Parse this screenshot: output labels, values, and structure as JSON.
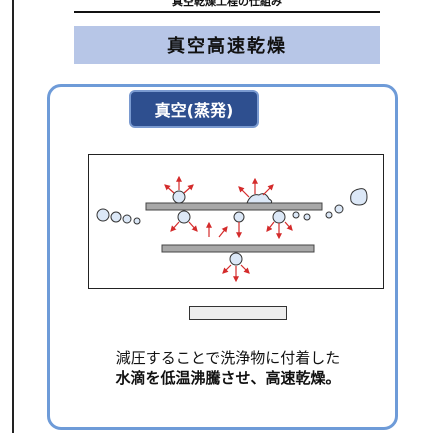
{
  "top_caption": "真空乾燥工程の仕組み",
  "title": "真空高速乾燥",
  "section_label": "真空(蒸発)",
  "description": {
    "line1": "減圧することで洗浄物に付着した",
    "line2": "水滴を低温沸騰させ、高速乾燥。"
  },
  "colors": {
    "banner": "#b7c6e7",
    "panel_border": "#6e9bd8",
    "pill": "#2e4f8f",
    "plate": "#a8a8a8",
    "arrow": "#d42b2b"
  }
}
